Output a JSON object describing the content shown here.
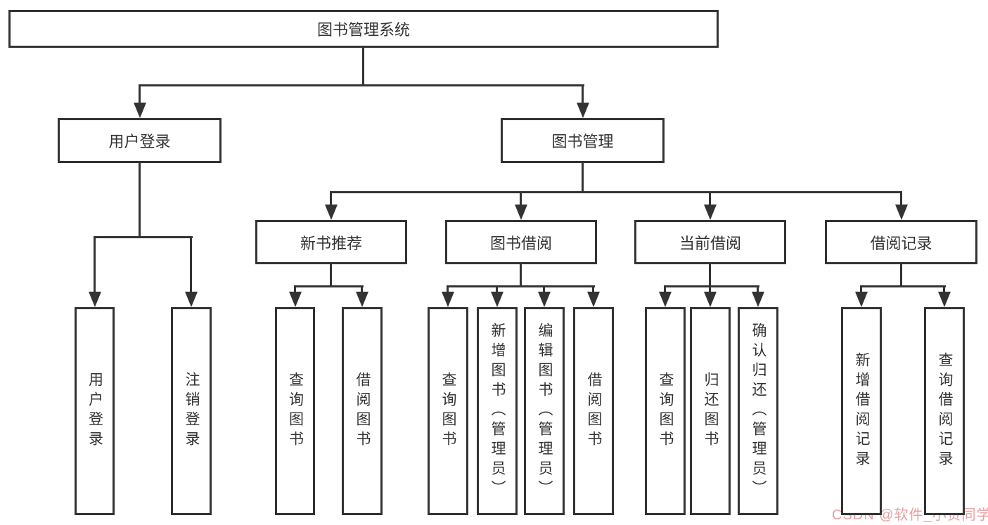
{
  "diagram": {
    "title": "图书管理系统",
    "nodes": [
      {
        "id": "root",
        "label": "图书管理系统",
        "level": 1
      },
      {
        "id": "user-login",
        "label": "用户登录",
        "level": 2,
        "parent": "root"
      },
      {
        "id": "book-mgmt",
        "label": "图书管理",
        "level": 2,
        "parent": "root"
      },
      {
        "id": "new-book-recommend",
        "label": "新书推荐",
        "level": 3,
        "parent": "book-mgmt"
      },
      {
        "id": "book-borrow",
        "label": "图书借阅",
        "level": 3,
        "parent": "book-mgmt"
      },
      {
        "id": "current-borrow",
        "label": "当前借阅",
        "level": 3,
        "parent": "book-mgmt"
      },
      {
        "id": "borrow-record",
        "label": "借阅记录",
        "level": 3,
        "parent": "book-mgmt"
      },
      {
        "id": "leaf-user-login",
        "label": "用户登录",
        "level": 4,
        "parent": "user-login"
      },
      {
        "id": "leaf-logout",
        "label": "注销登录",
        "level": 4,
        "parent": "user-login"
      },
      {
        "id": "leaf-nb-query",
        "label": "查询图书",
        "level": 4,
        "parent": "new-book-recommend"
      },
      {
        "id": "leaf-nb-borrow",
        "label": "借阅图书",
        "level": 4,
        "parent": "new-book-recommend"
      },
      {
        "id": "leaf-bb-query",
        "label": "查询图书",
        "level": 4,
        "parent": "book-borrow"
      },
      {
        "id": "leaf-bb-add",
        "label": "新增图书（管理员）",
        "level": 4,
        "parent": "book-borrow"
      },
      {
        "id": "leaf-bb-edit",
        "label": "编辑图书（管理员）",
        "level": 4,
        "parent": "book-borrow"
      },
      {
        "id": "leaf-bb-borrow",
        "label": "借阅图书",
        "level": 4,
        "parent": "book-borrow"
      },
      {
        "id": "leaf-cb-query",
        "label": "查询图书",
        "level": 4,
        "parent": "current-borrow"
      },
      {
        "id": "leaf-cb-return",
        "label": "归还图书",
        "level": 4,
        "parent": "current-borrow"
      },
      {
        "id": "leaf-cb-confirm",
        "label": "确认归还（管理员）",
        "level": 4,
        "parent": "current-borrow"
      },
      {
        "id": "leaf-br-add",
        "label": "新增借阅记录",
        "level": 4,
        "parent": "borrow-record"
      },
      {
        "id": "leaf-br-query",
        "label": "查询借阅记录",
        "level": 4,
        "parent": "borrow-record"
      }
    ],
    "edges": [
      [
        "root",
        "user-login"
      ],
      [
        "root",
        "book-mgmt"
      ],
      [
        "user-login",
        "leaf-user-login"
      ],
      [
        "user-login",
        "leaf-logout"
      ],
      [
        "book-mgmt",
        "new-book-recommend"
      ],
      [
        "book-mgmt",
        "book-borrow"
      ],
      [
        "book-mgmt",
        "current-borrow"
      ],
      [
        "book-mgmt",
        "borrow-record"
      ],
      [
        "new-book-recommend",
        "leaf-nb-query"
      ],
      [
        "new-book-recommend",
        "leaf-nb-borrow"
      ],
      [
        "book-borrow",
        "leaf-bb-query"
      ],
      [
        "book-borrow",
        "leaf-bb-add"
      ],
      [
        "book-borrow",
        "leaf-bb-edit"
      ],
      [
        "book-borrow",
        "leaf-bb-borrow"
      ],
      [
        "current-borrow",
        "leaf-cb-query"
      ],
      [
        "current-borrow",
        "leaf-cb-return"
      ],
      [
        "current-borrow",
        "leaf-cb-confirm"
      ],
      [
        "borrow-record",
        "leaf-br-add"
      ],
      [
        "borrow-record",
        "leaf-br-query"
      ]
    ],
    "colors": {
      "line": "#333333",
      "box_border": "#333333",
      "text": "#333333",
      "background": "#ffffff"
    }
  },
  "watermark": {
    "text": "CSDN @软件_小贺同学",
    "color": "#e89f9f"
  }
}
